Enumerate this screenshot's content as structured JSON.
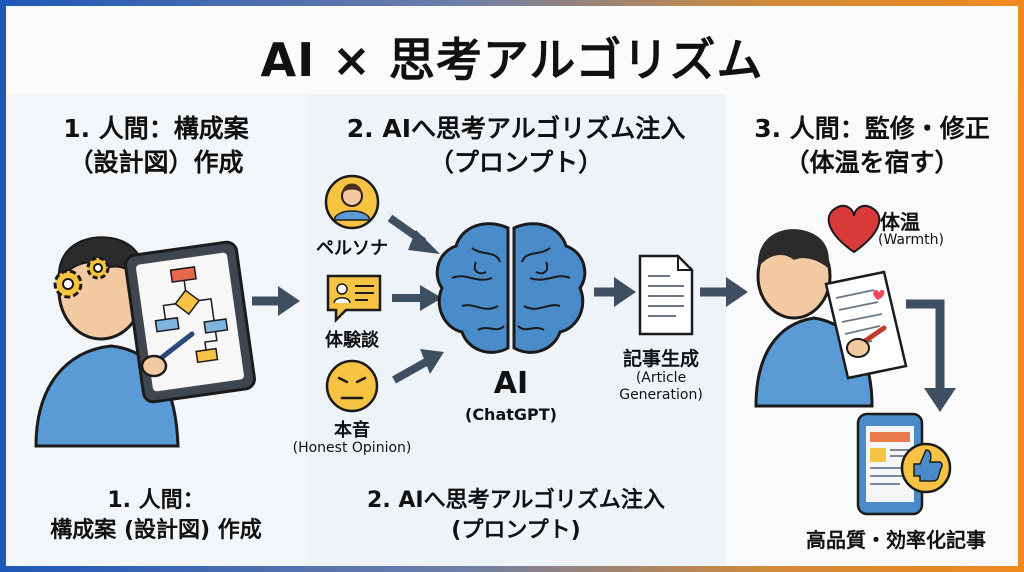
{
  "title": "AI × 思考アルゴリズム",
  "panel1": {
    "heading_line1": "1. 人間：構成案",
    "heading_line2": "（設計図）作成",
    "footer_line1": "1. 人間：",
    "footer_line2": "構成案 (設計図) 作成"
  },
  "panel2": {
    "heading_line1": "2. AIへ思考アルゴリズム注入",
    "heading_line2": "（プロンプト）",
    "inputs": [
      {
        "label": "ペルソナ",
        "sub": ""
      },
      {
        "label": "体験談",
        "sub": ""
      },
      {
        "label": "本音",
        "sub": "(Honest Opinion)"
      }
    ],
    "ai_label": "AI",
    "ai_sub": "(ChatGPT)",
    "article_label": "記事生成",
    "article_sub_line1": "(Article",
    "article_sub_line2": "Generation)",
    "footer_line1": "2. AIへ思考アルゴリズム注入",
    "footer_line2": "(プロンプト)"
  },
  "panel3": {
    "heading_line1": "3. 人間：監修・修正",
    "heading_line2": "（体温を宿す）",
    "warmth_label": "体温",
    "warmth_sub": "(Warmth)",
    "result_label": "高品質・効率化記事"
  },
  "icons": {
    "gears": "gears-icon",
    "tablet": "tablet-flowchart-icon",
    "persona": "persona-avatar-icon",
    "experience": "chat-card-icon",
    "opinion": "frowning-face-icon",
    "brain": "brain-icon",
    "document": "document-icon",
    "heart": "heart-icon",
    "phone": "smartphone-article-icon",
    "thumbs": "thumbs-up-icon"
  },
  "colors": {
    "arrow": "#3d4f61",
    "person_shirt": "#5b9bd5",
    "brain": "#4a8cc9",
    "accent_yellow": "#f6c342",
    "heart": "#d93a3a"
  }
}
